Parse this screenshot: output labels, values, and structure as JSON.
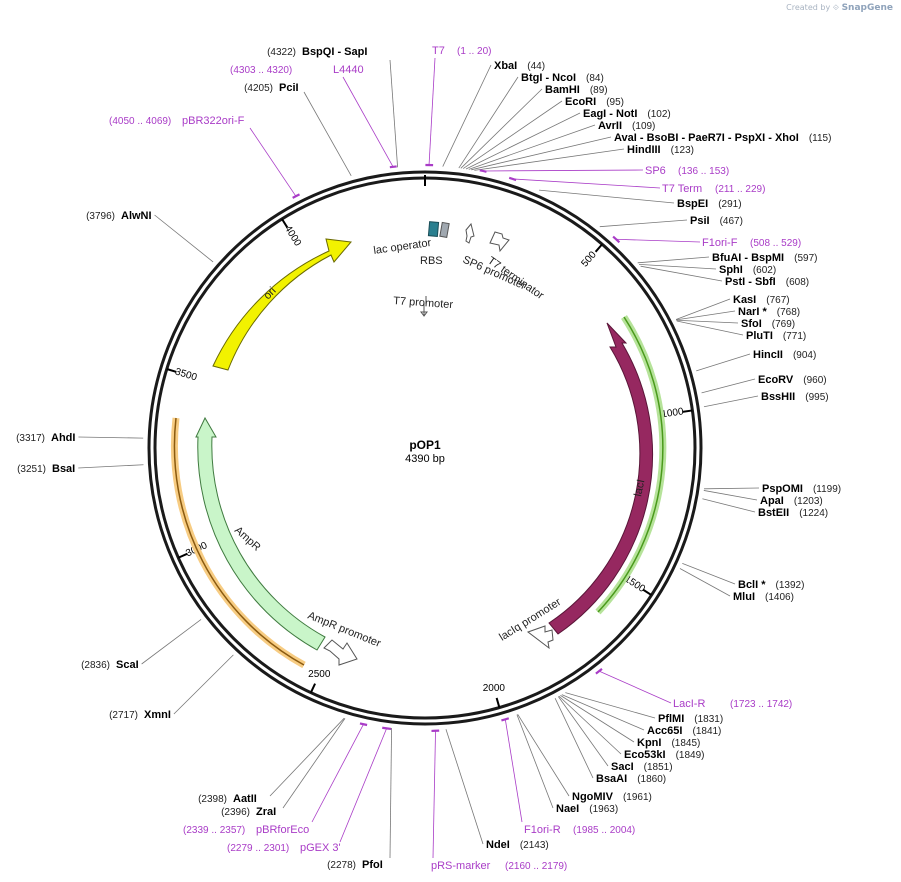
{
  "credit": {
    "prefix": "Created by",
    "brand": "SnapGene"
  },
  "plasmid": {
    "name": "pOP1",
    "size_label": "4390 bp",
    "length": 4390
  },
  "colors": {
    "backbone": "#1a1a1a",
    "primer": "#a93cc7",
    "ori": "#f2f200",
    "ampr": "#c9f5c9",
    "laci": "#962860",
    "green_glow": "#7cc23a",
    "orange_glow": "#f0b24a",
    "lac_operator": "#2a7f8f",
    "rbs": "#a0a8b0"
  },
  "ticks": [
    {
      "pos": 500,
      "label": "500"
    },
    {
      "pos": 1000,
      "label": "1000"
    },
    {
      "pos": 1500,
      "label": "1500"
    },
    {
      "pos": 2000,
      "label": "2000"
    },
    {
      "pos": 2500,
      "label": "2500"
    },
    {
      "pos": 3000,
      "label": "3000"
    },
    {
      "pos": 3500,
      "label": "3500"
    },
    {
      "pos": 4000,
      "label": "4000"
    }
  ],
  "features": [
    {
      "id": "ori",
      "label": "ori"
    },
    {
      "id": "ampr",
      "label": "AmpR"
    },
    {
      "id": "ampr_promoter",
      "label": "AmpR promoter"
    },
    {
      "id": "laci",
      "label": "lacI"
    },
    {
      "id": "laciq_promoter",
      "label": "lacIq promoter"
    },
    {
      "id": "lac_operator",
      "label": "lac operator"
    },
    {
      "id": "rbs",
      "label": "RBS"
    },
    {
      "id": "t7_promoter",
      "label": "T7 promoter"
    },
    {
      "id": "sp6_promoter",
      "label": "SP6 promoter"
    },
    {
      "id": "t7_terminator",
      "label": "T7 terminator"
    }
  ],
  "right_sites": [
    {
      "names": [
        "XbaI"
      ],
      "pos": "(44)"
    },
    {
      "names": [
        "BtgI",
        "NcoI"
      ],
      "pos": "(84)"
    },
    {
      "names": [
        "BamHI"
      ],
      "pos": "(89)"
    },
    {
      "names": [
        "EcoRI"
      ],
      "pos": "(95)"
    },
    {
      "names": [
        "EagI",
        "NotI"
      ],
      "pos": "(102)"
    },
    {
      "names": [
        "AvrII"
      ],
      "pos": "(109)"
    },
    {
      "names": [
        "AvaI",
        "BsoBI",
        "PaeR7I",
        "PspXI",
        "XhoI"
      ],
      "pos": "(115)"
    },
    {
      "names": [
        "HindIII"
      ],
      "pos": "(123)"
    },
    {
      "names": [
        "BspEI"
      ],
      "pos": "(291)"
    },
    {
      "names": [
        "PsiI"
      ],
      "pos": "(467)"
    },
    {
      "names": [
        "BfuAI",
        "BspMI"
      ],
      "pos": "(597)"
    },
    {
      "names": [
        "SphI"
      ],
      "pos": "(602)"
    },
    {
      "names": [
        "PstI",
        "SbfI"
      ],
      "pos": "(608)"
    },
    {
      "names": [
        "KasI"
      ],
      "pos": "(767)"
    },
    {
      "names": [
        "NarI *"
      ],
      "pos": "(768)"
    },
    {
      "names": [
        "SfoI"
      ],
      "pos": "(769)"
    },
    {
      "names": [
        "PluTI"
      ],
      "pos": "(771)"
    },
    {
      "names": [
        "HincII"
      ],
      "pos": "(904)"
    },
    {
      "names": [
        "EcoRV"
      ],
      "pos": "(960)"
    },
    {
      "names": [
        "BssHII"
      ],
      "pos": "(995)"
    },
    {
      "names": [
        "PspOMI"
      ],
      "pos": "(1199)"
    },
    {
      "names": [
        "ApaI"
      ],
      "pos": "(1203)"
    },
    {
      "names": [
        "BstEII"
      ],
      "pos": "(1224)"
    },
    {
      "names": [
        "BclI *"
      ],
      "pos": "(1392)"
    },
    {
      "names": [
        "MluI"
      ],
      "pos": "(1406)"
    },
    {
      "names": [
        "PflMI"
      ],
      "pos": "(1831)"
    },
    {
      "names": [
        "Acc65I"
      ],
      "pos": "(1841)"
    },
    {
      "names": [
        "KpnI"
      ],
      "pos": "(1845)"
    },
    {
      "names": [
        "Eco53kI"
      ],
      "pos": "(1849)"
    },
    {
      "names": [
        "SacI"
      ],
      "pos": "(1851)"
    },
    {
      "names": [
        "BsaAI"
      ],
      "pos": "(1860)"
    },
    {
      "names": [
        "NgoMIV"
      ],
      "pos": "(1961)"
    },
    {
      "names": [
        "NaeI"
      ],
      "pos": "(1963)"
    },
    {
      "names": [
        "NdeI"
      ],
      "pos": "(2143)"
    }
  ],
  "left_sites": [
    {
      "names": [
        "BspQI",
        "SapI"
      ],
      "pos": "(4322)"
    },
    {
      "names": [
        "PciI"
      ],
      "pos": "(4205)"
    },
    {
      "names": [
        "AlwNI"
      ],
      "pos": "(3796)"
    },
    {
      "names": [
        "AhdI"
      ],
      "pos": "(3317)"
    },
    {
      "names": [
        "BsaI"
      ],
      "pos": "(3251)"
    },
    {
      "names": [
        "ScaI"
      ],
      "pos": "(2836)"
    },
    {
      "names": [
        "XmnI"
      ],
      "pos": "(2717)"
    },
    {
      "names": [
        "AatII"
      ],
      "pos": "(2398)"
    },
    {
      "names": [
        "ZraI"
      ],
      "pos": "(2396)"
    },
    {
      "names": [
        "PfoI"
      ],
      "pos": "(2278)"
    }
  ],
  "primers": [
    {
      "name": "T7",
      "range": "(1 .. 20)"
    },
    {
      "name": "L4440",
      "range": "(4303 .. 4320)"
    },
    {
      "name": "pBR322ori-F",
      "range": "(4050 .. 4069)"
    },
    {
      "name": "SP6",
      "range": "(136 .. 153)"
    },
    {
      "name": "T7 Term",
      "range": "(211 .. 229)"
    },
    {
      "name": "F1ori-F",
      "range": "(508 .. 529)"
    },
    {
      "name": "LacI-R",
      "range": "(1723 .. 1742)"
    },
    {
      "name": "F1ori-R",
      "range": "(1985 .. 2004)"
    },
    {
      "name": "pRS-marker",
      "range": "(2160 .. 2179)"
    },
    {
      "name": "pGEX 3'",
      "range": "(2279 .. 2301)"
    },
    {
      "name": "pBRforEco",
      "range": "(2339 .. 2357)"
    }
  ]
}
